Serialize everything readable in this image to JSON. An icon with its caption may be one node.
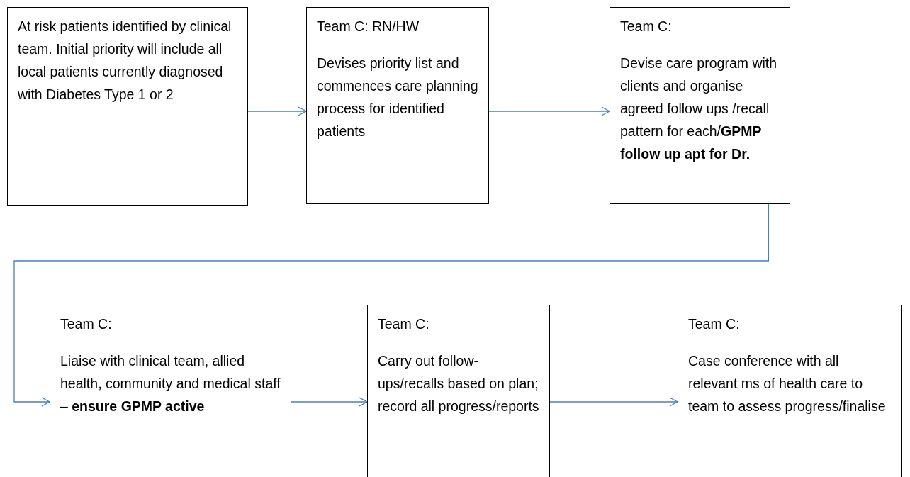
{
  "diagram": {
    "nodes": [
      {
        "text": [
          "At risk patients identified by clinical team. Initial priority will include all local patients currently diagnosed with Diabetes Type 1 or 2"
        ]
      },
      {
        "text": [
          "Team C: RN/HW",
          "Devises priority list and commences care planning process for identified patients"
        ]
      },
      {
        "text": [
          "Team C:",
          "Devise care program with clients and organise agreed follow ups /recall pattern for each/**GPMP follow up apt for Dr.**"
        ]
      },
      {
        "text": [
          "Team C:",
          "Liaise with clinical team, allied health, community and medical staff – **ensure GPMP active**"
        ]
      },
      {
        "text": [
          "Team C:",
          "Carry out follow-ups/recalls based on plan; record all progress/reports"
        ]
      },
      {
        "text": [
          "Team C:",
          "Case conference with all relevant ms of health care to team to assess progress/finalise"
        ]
      }
    ],
    "edges": [
      {
        "from": 0,
        "to": 1,
        "arrow": "to"
      },
      {
        "from": 1,
        "to": 2,
        "arrow": "to"
      },
      {
        "from": 2,
        "to": 3,
        "arrow": "to"
      },
      {
        "from": 3,
        "to": 4,
        "arrow": "to"
      },
      {
        "from": 4,
        "to": 5,
        "arrow": "to"
      }
    ]
  }
}
